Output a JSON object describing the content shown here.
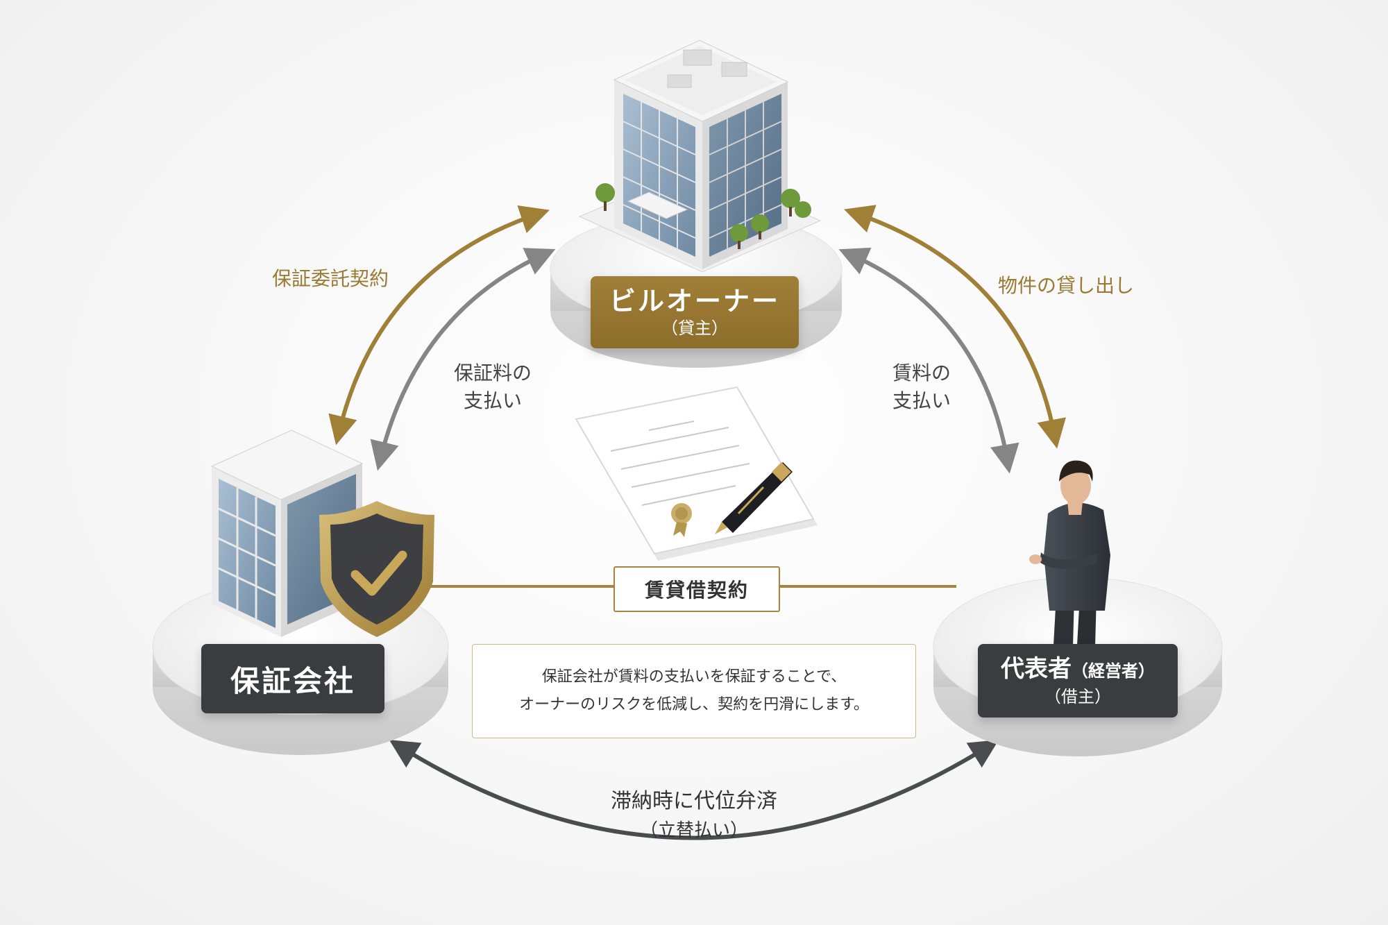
{
  "nodes": {
    "owner": {
      "title": "ビルオーナー",
      "role": "（貸主）"
    },
    "guarantor": {
      "title": "保証会社"
    },
    "representative": {
      "title": "代表者",
      "title_paren": "（経営者）",
      "role": "（借主）"
    }
  },
  "edges": {
    "guarantee_contract": "保証委託契約",
    "guarantee_fee_line1": "保証料の",
    "guarantee_fee_line2": "支払い",
    "property_lending": "物件の貸し出し",
    "rent_payment_line1": "賃料の",
    "rent_payment_line2": "支払い",
    "lease_contract": "賃貸借契約",
    "subrogation_line1": "滞納時に代位弁済",
    "subrogation_line2": "（立替払い）"
  },
  "description": {
    "line1": "保証会社が賃料の支払いを保証することで、",
    "line2": "オーナーのリスクを低減し、契約を円滑にします。"
  },
  "icons": [
    "office-building-icon",
    "shield-check-icon",
    "contract-document-icon",
    "fountain-pen-icon",
    "businessman-icon"
  ],
  "colors": {
    "gold": "#9a7a33",
    "grey_arrow": "#808080",
    "dark": "#3b3c3f"
  }
}
